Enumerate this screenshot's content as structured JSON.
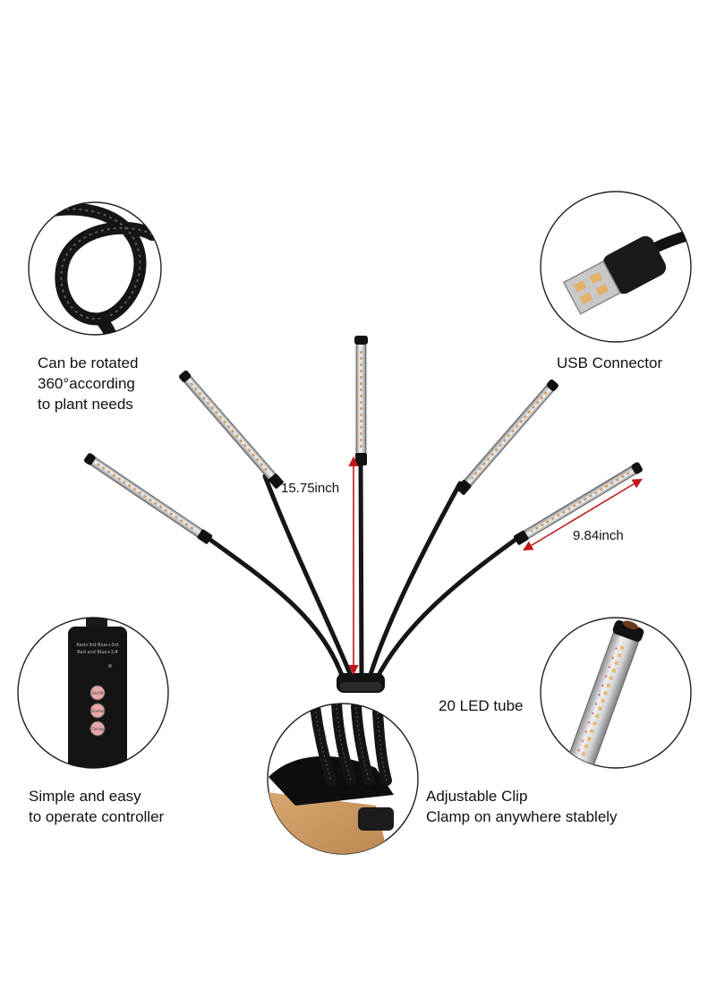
{
  "features": {
    "rotation": {
      "lines": [
        "Can be rotated",
        "360°according",
        "to plant needs"
      ]
    },
    "usb": {
      "lines": [
        "USB Connector"
      ]
    },
    "controller": {
      "lines": [
        "Simple and easy",
        "to operate controller"
      ],
      "buttons": [
        "On/Off",
        "Dimmer",
        "Timing"
      ],
      "panel_text": [
        "Red+3rd Blue+3rd",
        "Red and Blue+1/4"
      ]
    },
    "tube": {
      "lines": [
        "20 LED tube"
      ]
    },
    "clip": {
      "lines": [
        "Adjustable Clip",
        "Clamp on anywhere stablely"
      ]
    }
  },
  "dimensions": {
    "height": "15.75inch",
    "tube_length": "9.84inch"
  },
  "colors": {
    "arrow": "#c0171c",
    "cable": "#161616",
    "tube_glass": "#d9dadd",
    "led": "#e8b86c",
    "button_pink": "#e6a7a9",
    "wood": "#c9935c"
  }
}
